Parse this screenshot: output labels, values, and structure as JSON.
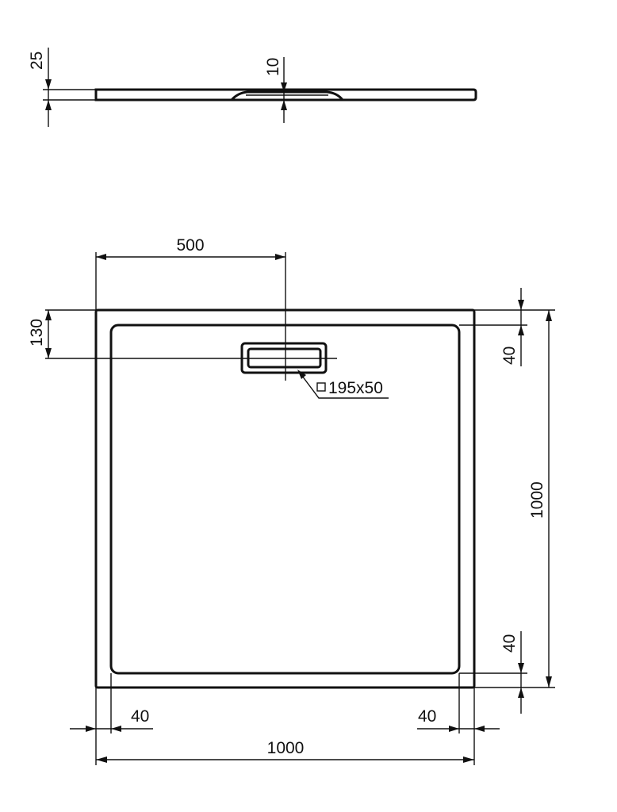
{
  "drawing": {
    "title": "Square shower tray technical drawing",
    "stroke_color": "#111111",
    "background": "#ffffff",
    "side_view": {
      "thickness_label": "25",
      "drain_depth_label": "10"
    },
    "plan_view": {
      "drain_offset_x_label": "500",
      "drain_offset_y_label": "130",
      "drain_size_label": "195x50",
      "drain_size_symbol": "square-icon",
      "rim_top_label": "40",
      "rim_bottom_label": "40",
      "rim_left_label": "40",
      "rim_right_label": "40",
      "overall_width_label": "1000",
      "overall_depth_label": "1000"
    }
  }
}
